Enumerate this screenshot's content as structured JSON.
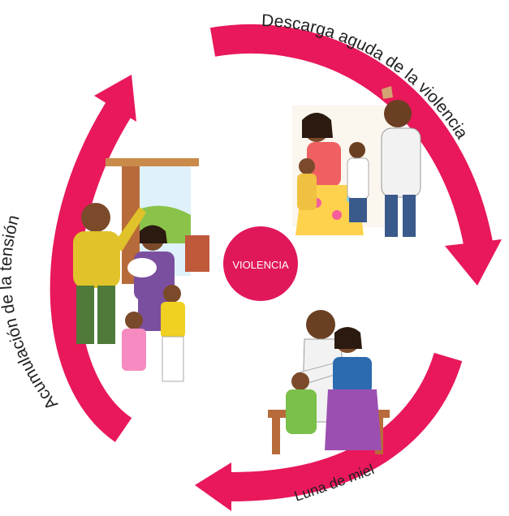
{
  "diagram": {
    "center_label": "VIOLENCIA",
    "stages": [
      {
        "label": "Descarga aguda de la violencia"
      },
      {
        "label": "Luna de miel"
      },
      {
        "label": "Acumulación de la  tensión"
      }
    ],
    "colors": {
      "arrow": "#e8185a",
      "center": "#e0185a",
      "label_text": "#222222",
      "background": "#ffffff"
    },
    "illustrations": [
      {
        "depicts": "family-violence-scene-icon"
      },
      {
        "depicts": "reconciliation-scene-icon"
      },
      {
        "depicts": "tension-scene-icon"
      }
    ]
  }
}
